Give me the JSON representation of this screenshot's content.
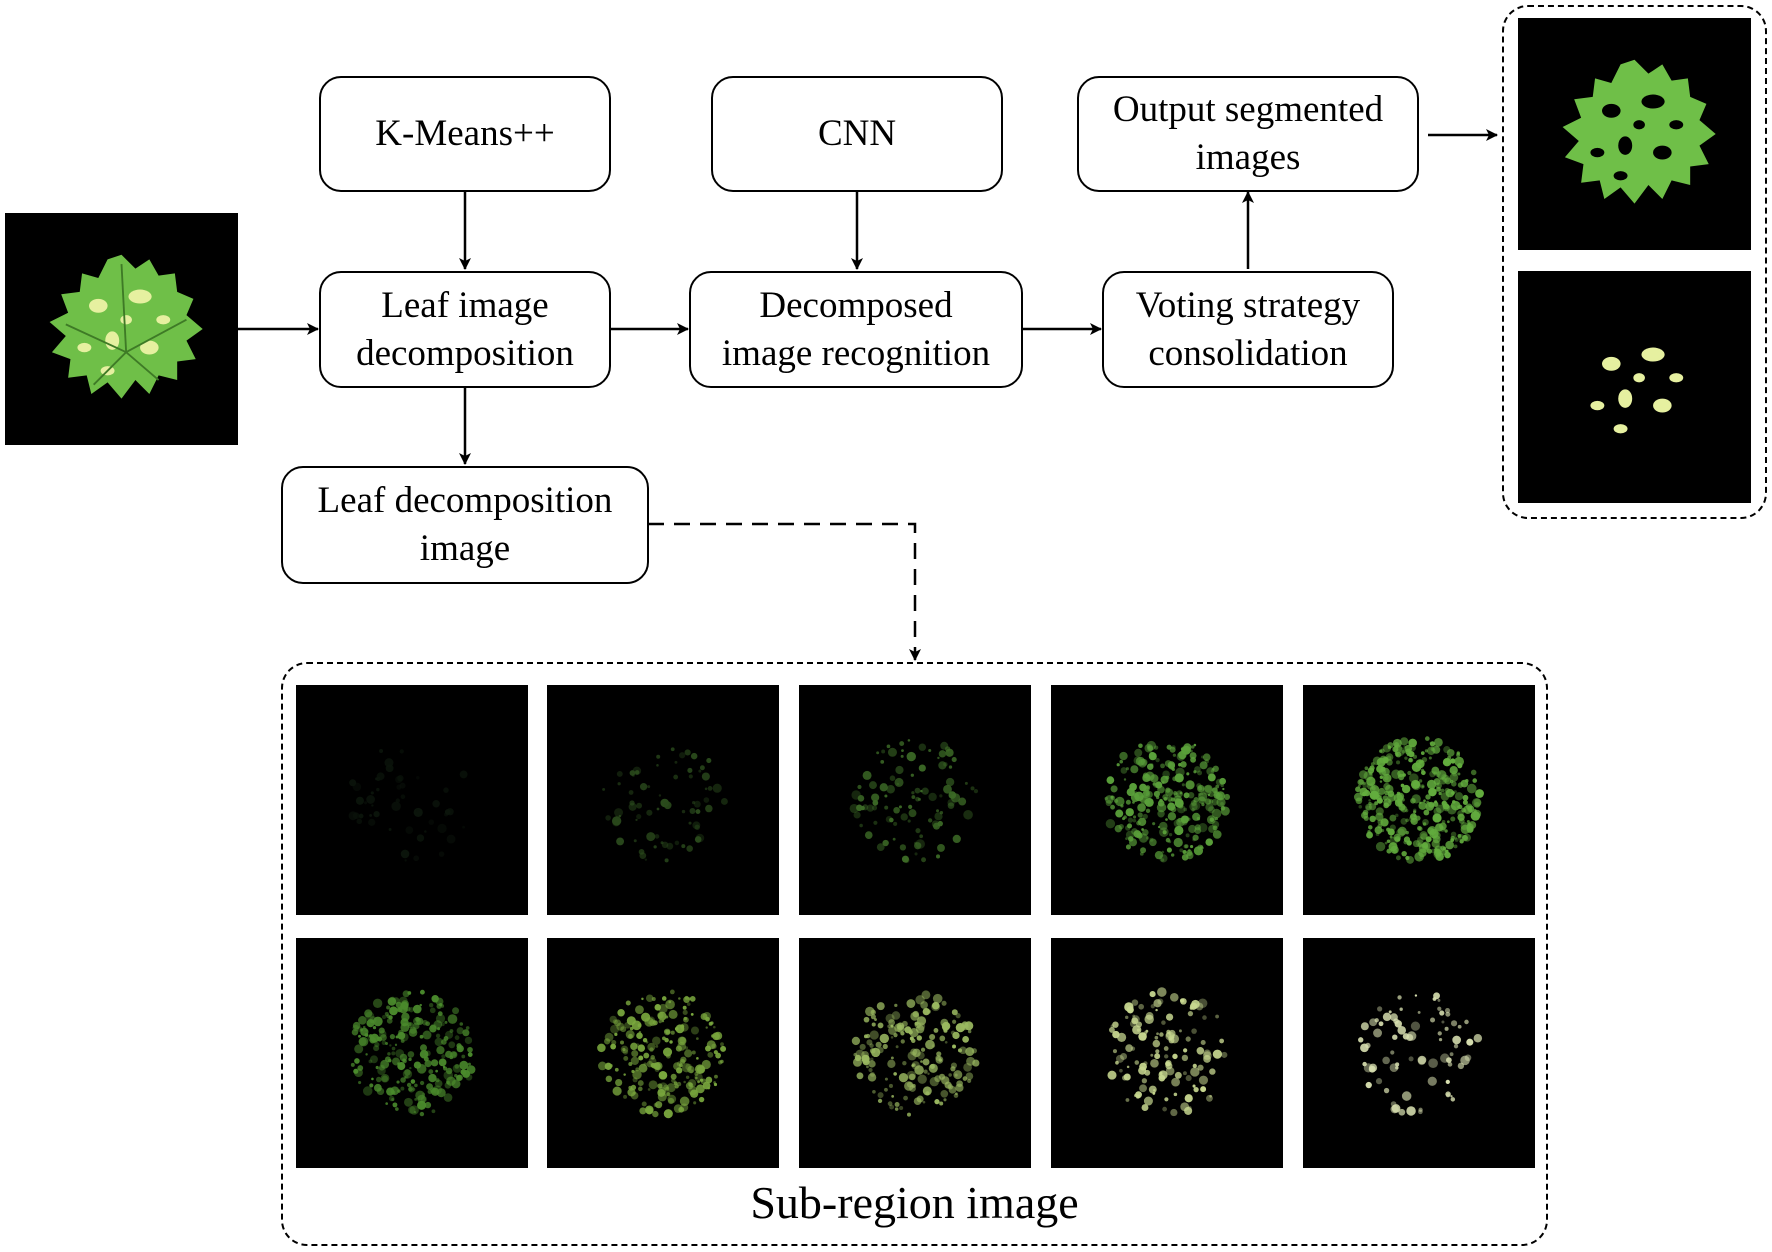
{
  "nodes": {
    "kmeans": "K-Means++",
    "cnn": "CNN",
    "output_line1": "Output segmented",
    "output_line2": "images",
    "leaf_decomp_line1": "Leaf image",
    "leaf_decomp_line2": "decomposition",
    "recognition_line1": "Decomposed",
    "recognition_line2": "image recognition",
    "voting_line1": "Voting strategy",
    "voting_line2": "consolidation",
    "decomp_image_line1": "Leaf decomposition",
    "decomp_image_line2": "image"
  },
  "subregion": {
    "caption": "Sub-region image"
  },
  "colors": {
    "leaf_green": "#6fbf48",
    "lesion_yellow": "#e6f0a0",
    "tile_background": "#000000",
    "line": "#000000"
  },
  "subregion_tiles": [
    {
      "fill": "#0b140b",
      "density": 0.02
    },
    {
      "fill": "#2a4a1c",
      "density": 0.06
    },
    {
      "fill": "#3c6a26",
      "density": 0.12
    },
    {
      "fill": "#5aa03a",
      "density": 0.45
    },
    {
      "fill": "#63ad3e",
      "density": 0.6
    },
    {
      "fill": "#4a8a2c",
      "density": 0.4
    },
    {
      "fill": "#7aa83e",
      "density": 0.35
    },
    {
      "fill": "#9ab860",
      "density": 0.28
    },
    {
      "fill": "#c8d890",
      "density": 0.18
    },
    {
      "fill": "#d8e0b0",
      "density": 0.08
    }
  ]
}
